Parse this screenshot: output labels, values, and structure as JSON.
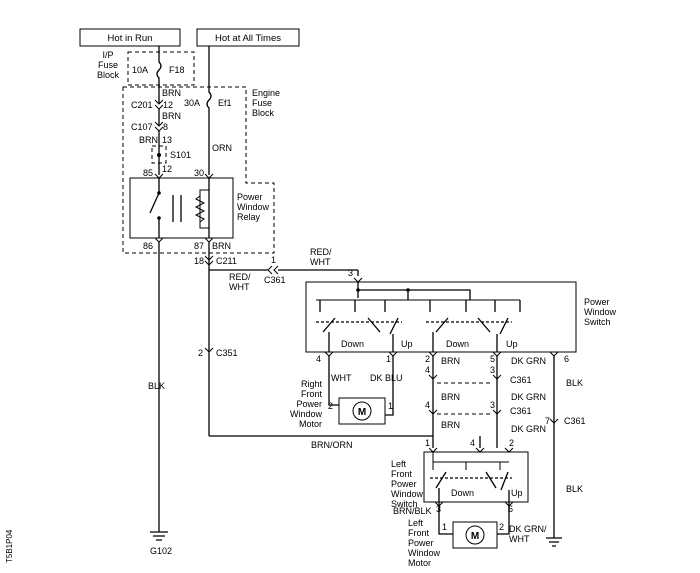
{
  "headers": {
    "hot_in_run": "Hot in Run",
    "hot_at_all_times": "Hot at All Times"
  },
  "blocks": {
    "ip_fuse_block": [
      "I/P",
      "Fuse",
      "Block"
    ],
    "engine_fuse_block": [
      "Engine",
      "Fuse",
      "Block"
    ],
    "relay": [
      "Power",
      "Window",
      "Relay"
    ],
    "window_switch": [
      "Power",
      "Window",
      "Switch"
    ],
    "rf_motor": [
      "Right",
      "Front",
      "Power",
      "Window",
      "Motor"
    ],
    "lf_switch": [
      "Left",
      "Front",
      "Power",
      "Window",
      "Switch"
    ],
    "lf_motor": [
      "Left",
      "Front",
      "Power",
      "Window",
      "Motor"
    ]
  },
  "fuses": {
    "f18_rating": "10A",
    "f18_name": "F18",
    "ef1_rating": "30A",
    "ef1_name": "Ef1"
  },
  "connectors": {
    "c201": "C201",
    "c107": "C107",
    "s101": "S101",
    "c211": "C211",
    "c361": "C361",
    "c351": "C351",
    "g102": "G102"
  },
  "wires": {
    "brn": "BRN",
    "orn": "ORN",
    "blk": "BLK",
    "red_wht": [
      "RED/",
      "WHT"
    ],
    "wht": "WHT",
    "dk_blu": "DK BLU",
    "dk_grn": "DK GRN",
    "brn_orn": "BRN/ORN",
    "brn_blk": "BRN/BLK",
    "dk_grn_wht": [
      "DK GRN/",
      "WHT"
    ]
  },
  "pins": {
    "p12": "12",
    "p8": "8",
    "p13": "13",
    "p85": "85",
    "p30": "30",
    "p86": "86",
    "p87": "87",
    "p18": "18",
    "p1": "1",
    "p2": "2",
    "p3": "3",
    "p4": "4",
    "p5": "5",
    "p6": "6",
    "p7": "7"
  },
  "switch_labels": {
    "down": "Down",
    "up": "Up"
  },
  "motor_symbol": "M",
  "figure_id": "T5B1P04"
}
